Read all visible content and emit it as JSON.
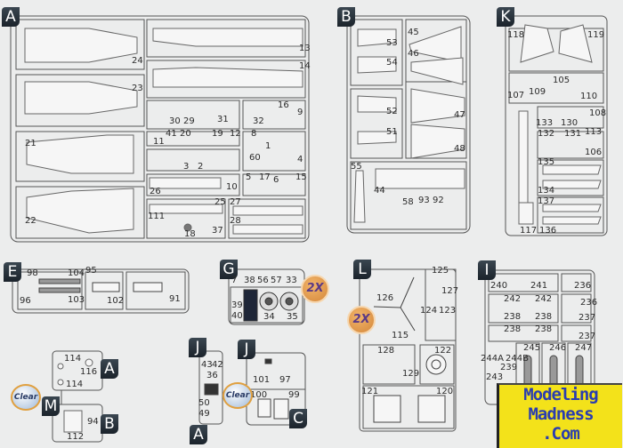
{
  "sprues": [
    {
      "letter": "A",
      "parts": [
        "24",
        "23",
        "13",
        "14",
        "30",
        "29",
        "31",
        "32",
        "16",
        "9",
        "41",
        "11",
        "20",
        "19",
        "12",
        "8",
        "1",
        "60",
        "4",
        "3",
        "2",
        "26",
        "10",
        "5",
        "17",
        "6",
        "15",
        "21",
        "22",
        "25",
        "27",
        "28",
        "111",
        "18",
        "37"
      ]
    },
    {
      "letter": "B",
      "parts": [
        "53",
        "54",
        "45",
        "46",
        "52",
        "51",
        "47",
        "48",
        "55",
        "44",
        "58",
        "93",
        "92"
      ]
    },
    {
      "letter": "K",
      "parts": [
        "118",
        "119",
        "107",
        "109",
        "105",
        "110",
        "108",
        "133",
        "130",
        "132",
        "131",
        "113",
        "106",
        "135",
        "134",
        "137",
        "117",
        "136"
      ]
    },
    {
      "letter": "E",
      "parts": [
        "98",
        "104",
        "96",
        "103",
        "95",
        "102",
        "91"
      ]
    },
    {
      "letter": "G",
      "parts": [
        "7",
        "38",
        "56",
        "57",
        "33",
        "39",
        "40",
        "34",
        "35"
      ]
    },
    {
      "letter": "M",
      "parts": [
        "114",
        "116",
        "114",
        "94",
        "112"
      ]
    },
    {
      "letter": "J",
      "parts": [
        "43",
        "42",
        "36",
        "50",
        "49"
      ]
    },
    {
      "letter": "J",
      "parts": [
        "101",
        "97",
        "100",
        "99"
      ]
    },
    {
      "letter": "L",
      "parts": [
        "126",
        "125",
        "127",
        "124",
        "123",
        "115",
        "128",
        "129",
        "122",
        "121",
        "120"
      ]
    },
    {
      "letter": "I",
      "parts": [
        "240",
        "241",
        "236",
        "242",
        "242",
        "236",
        "238",
        "238",
        "237",
        "238",
        "238",
        "237",
        "244A",
        "244B",
        "245",
        "246",
        "247",
        "243",
        "239"
      ]
    }
  ],
  "extra_badges": {
    "a_upper": "A",
    "b_lower": "B",
    "a_clear": "A",
    "c_clear": "C"
  },
  "scale_markers": {
    "g": "2X",
    "l": "2X"
  },
  "clear_markers": {
    "m": "Clear",
    "j": "Clear"
  },
  "watermark": [
    "Modeling",
    "Madness",
    ".Com"
  ],
  "colors": {
    "badge": "#27313a",
    "scale_marker": "#e09a4c",
    "watermark_bg": "#f3e21a",
    "watermark_text": "#2a3db0"
  }
}
